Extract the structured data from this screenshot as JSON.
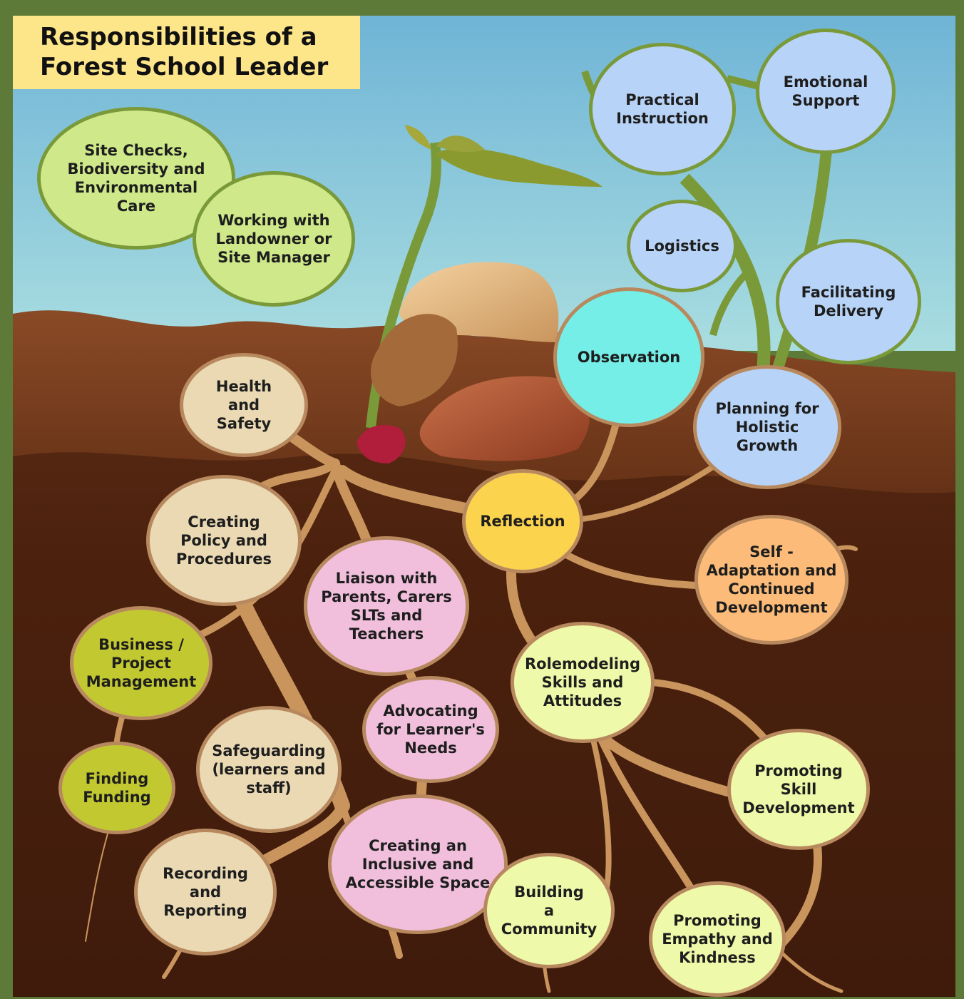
{
  "title": {
    "line1": "Responsibilities of a",
    "line2": "Forest School Leader"
  },
  "colors": {
    "frame": "#5e7a38",
    "sky_top": "#6fb4d6",
    "sky_bottom": "#a9dde0",
    "soil_top": "#8a4a26",
    "soil_bottom": "#3b1a0c",
    "root": "#c9955d",
    "title_bg": "#fde58a",
    "blue_node": "#b7d3f7",
    "green_node": "#cfe98a",
    "cream_node": "#ead9b3",
    "pink_node": "#f1bfdc",
    "olive_node": "#c2c830",
    "light_yellow_node": "#eefaa9",
    "cyan_node": "#74eee6",
    "yellow_node": "#fbd34d",
    "orange_node": "#fcbb78"
  },
  "nodes": {
    "site_checks": {
      "label": "Site Checks,\nBiodiversity and\nEnvironmental\nCare",
      "color": "#cfe98a"
    },
    "landowner": {
      "label": "Working with\nLandowner or\nSite Manager",
      "color": "#cfe98a"
    },
    "practical_instruction": {
      "label": "Practical\nInstruction",
      "color": "#b7d3f7"
    },
    "emotional_support": {
      "label": "Emotional\nSupport",
      "color": "#b7d3f7"
    },
    "logistics": {
      "label": "Logistics",
      "color": "#b7d3f7"
    },
    "facilitating_delivery": {
      "label": "Facilitating\nDelivery",
      "color": "#b7d3f7"
    },
    "observation": {
      "label": "Observation",
      "color": "#74eee6"
    },
    "planning": {
      "label": "Planning for\nHolistic\nGrowth",
      "color": "#b7d3f7"
    },
    "health_safety": {
      "label": "Health\nand\nSafety",
      "color": "#ead9b3"
    },
    "reflection": {
      "label": "Reflection",
      "color": "#fbd34d"
    },
    "self_adaptation": {
      "label": "Self -\nAdaptation and\nContinued\nDevelopment",
      "color": "#fcbb78"
    },
    "creating_policy": {
      "label": "Creating\nPolicy and\nProcedures",
      "color": "#ead9b3"
    },
    "liaison": {
      "label": "Liaison with\nParents, Carers\nSLTs and\nTeachers",
      "color": "#f1bfdc"
    },
    "business": {
      "label": "Business /\nProject\nManagement",
      "color": "#c2c830"
    },
    "rolemodeling": {
      "label": "Rolemodeling\nSkills and\nAttitudes",
      "color": "#eefaa9"
    },
    "advocating": {
      "label": "Advocating\nfor Learner's\nNeeds",
      "color": "#f1bfdc"
    },
    "finding_funding": {
      "label": "Finding\nFunding",
      "color": "#c2c830"
    },
    "safeguarding": {
      "label": "Safeguarding\n(learners and\nstaff)",
      "color": "#ead9b3"
    },
    "promoting_skill": {
      "label": "Promoting\nSkill\nDevelopment",
      "color": "#eefaa9"
    },
    "inclusive_space": {
      "label": "Creating an\nInclusive and\nAccessible Space",
      "color": "#f1bfdc"
    },
    "building_community": {
      "label": "Building\na\nCommunity",
      "color": "#eefaa9"
    },
    "recording": {
      "label": "Recording\nand\nReporting",
      "color": "#ead9b3"
    },
    "promoting_empathy": {
      "label": "Promoting\nEmpathy and\nKindness",
      "color": "#eefaa9"
    }
  }
}
